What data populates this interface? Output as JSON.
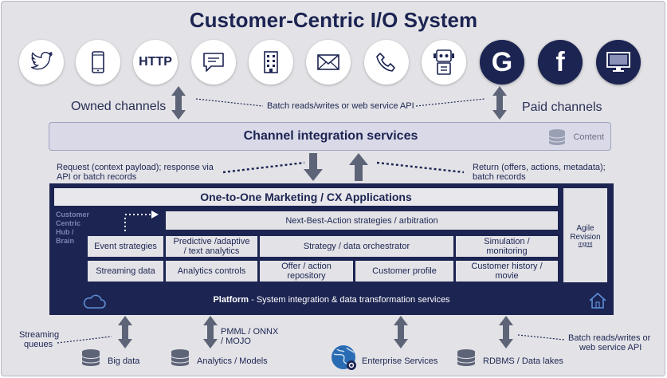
{
  "title": "Customer-Centric I/O System",
  "channel_icons": [
    {
      "name": "twitter-icon",
      "style": "light"
    },
    {
      "name": "mobile-phone-icon",
      "style": "light"
    },
    {
      "name": "http-icon",
      "style": "light",
      "text": "HTTP"
    },
    {
      "name": "chat-bubble-icon",
      "style": "light"
    },
    {
      "name": "building-icon",
      "style": "light"
    },
    {
      "name": "envelope-icon",
      "style": "light"
    },
    {
      "name": "telephone-icon",
      "style": "light"
    },
    {
      "name": "robot-icon",
      "style": "light"
    },
    {
      "name": "google-icon",
      "style": "dark",
      "text": "G"
    },
    {
      "name": "facebook-icon",
      "style": "dark",
      "text": "f"
    },
    {
      "name": "monitor-icon",
      "style": "dark"
    }
  ],
  "owned_channels": "Owned channels",
  "paid_channels": "Paid channels",
  "batch_api_top": "Batch reads/writes or web service API",
  "channel_integration": {
    "title": "Channel integration services",
    "content_label": "Content"
  },
  "request_label_1": "Request (context payload); response via",
  "request_label_2": "API or batch records",
  "return_label_1": "Return (offers, actions, metadata);",
  "return_label_2": "batch records",
  "main": {
    "header": "One-to-One Marketing / CX Applications",
    "hub_label_1": "Customer",
    "hub_label_2": "Centric",
    "hub_label_3": "Hub /",
    "hub_label_4": "Brain",
    "nba": "Next-Best-Action strategies / arbitration",
    "event_strategies": "Event strategies",
    "predictive_1": "Predictive /adaptive",
    "predictive_2": "/ text analytics",
    "orchestrator": "Strategy / data orchestrator",
    "simulation_1": "Simulation /",
    "simulation_2": "monitoring",
    "streaming_data": "Streaming data",
    "analytics_controls": "Analytics controls",
    "offer_1": "Offer / action",
    "offer_2": "repository",
    "customer_profile": "Customer profile",
    "history_1": "Customer history /",
    "history_2": "movie",
    "agile_1": "Agile",
    "agile_2": "Revision",
    "agile_3": "mgmt",
    "platform_bold": "Platform",
    "platform_rest": " - System integration & data transformation services"
  },
  "bottom": {
    "streaming_queues_1": "Streaming",
    "streaming_queues_2": "queues",
    "pmml_1": "PMML / ONNX",
    "pmml_2": "/ MOJO",
    "batch_1": "Batch reads/writes or",
    "batch_2": "web service API",
    "big_data": "Big data",
    "analytics_models": "Analytics / Models",
    "enterprise_services": "Enterprise Services",
    "rdbms": "RDBMS / Data lakes"
  },
  "colors": {
    "navy": "#1c2452",
    "background": "#e3e3e7",
    "arrow": "#5e6478"
  }
}
